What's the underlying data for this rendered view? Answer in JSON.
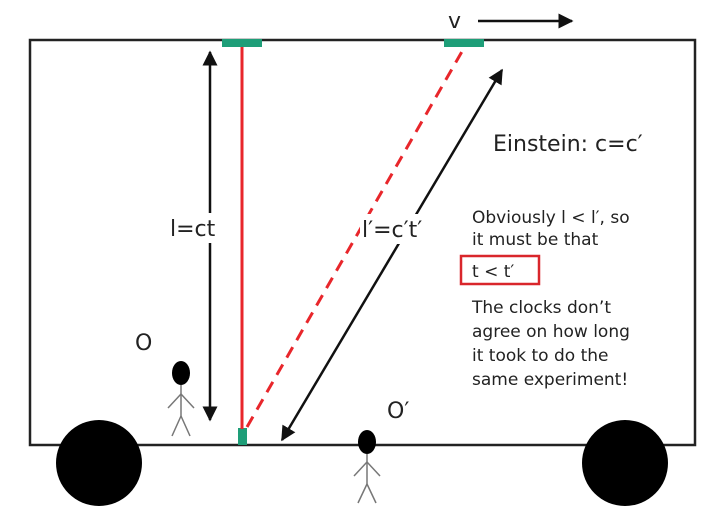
{
  "velocity_label": "v",
  "einstein_label": "Einstein: c=c′",
  "stationary_path_label": "l=ct",
  "moving_path_label": "l′=c′t′",
  "observer_o_label": "O",
  "observer_o_prime_label": "O′",
  "explanation": {
    "line1": "Obviously l < l′, so",
    "line2": "it must be that",
    "boxed": "t < t′",
    "conclusion": [
      "The clocks don’t",
      "agree on how long",
      "it took to do the",
      "same experiment!"
    ]
  },
  "colors": {
    "light_path": "#e8262b",
    "mirror": "#1e9e78",
    "box_outline": "#222222",
    "arrow": "#111111",
    "highlight_box": "#d9262b",
    "wheel": "#000000"
  }
}
